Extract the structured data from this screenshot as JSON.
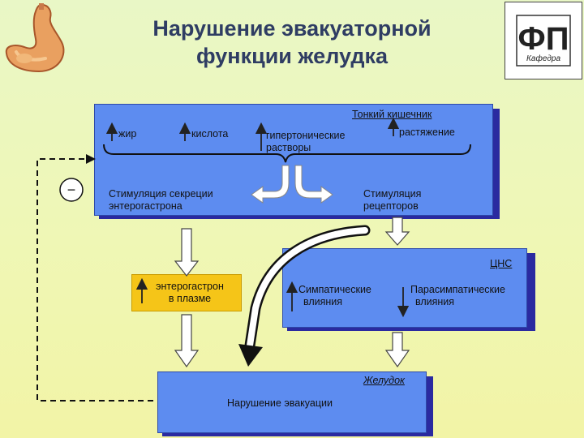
{
  "title": {
    "line1": "Нарушение эвакуаторной",
    "line2": "функции желудка"
  },
  "logo": {
    "caption": "Кафедра",
    "letters": "ФП"
  },
  "intestine_box": {
    "heading": "Тонкий кишечник",
    "items": {
      "fat": "жир",
      "acid": "кислота",
      "hypertonic_line1": "гипертонические",
      "hypertonic_line2": "растворы",
      "distension": "растяжение"
    },
    "enterogastrone_line1": "Стимуляция секреции",
    "enterogastrone_line2": "энтерогастрона",
    "receptor_line1": "Стимуляция",
    "receptor_line2": "рецепторов"
  },
  "plasma_box": {
    "line1": "энтерогастрон",
    "line2": "в плазме"
  },
  "cns_box": {
    "heading": "ЦНС",
    "sympathetic_line1": "Симпатические",
    "sympathetic_line2": "влияния",
    "parasympathetic_line1": "Парасимпатические",
    "parasympathetic_line2": "влияния"
  },
  "stomach_box": {
    "heading": "Желудок",
    "result": "Нарушение эвакуации"
  },
  "feedback_sign": "−",
  "colors": {
    "box_fill": "#5d8cf0",
    "box_shadow": "#2a2aa0",
    "plasma_fill": "#f5c518",
    "title_color": "#2f3d63"
  }
}
